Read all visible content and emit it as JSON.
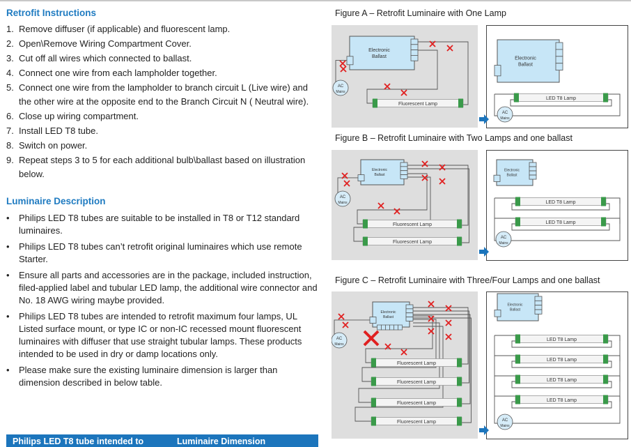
{
  "retrofit": {
    "heading": "Retrofit Instructions",
    "steps": [
      {
        "num": "1.",
        "text": "Remove diffuser (if applicable) and fluorescent lamp."
      },
      {
        "num": "2.",
        "text": "Open\\Remove Wiring Compartment Cover."
      },
      {
        "num": "3.",
        "text": "Cut off all wires which connected to ballast."
      },
      {
        "num": "4.",
        "text": "Connect one wire from each lampholder together."
      },
      {
        "num": "5.",
        "text": "Connect one wire from the lampholder to branch circuit L (Live wire) and the other wire at the opposite end to the Branch Circuit N ( Neutral wire)."
      },
      {
        "num": "6.",
        "text": "Close up wiring compartment."
      },
      {
        "num": "7.",
        "text": "Install LED T8 tube."
      },
      {
        "num": "8.",
        "text": "Switch on power."
      },
      {
        "num": "9.",
        "text": "Repeat steps 3 to 5 for each additional bulb\\ballast based on illustration below."
      }
    ]
  },
  "luminaire": {
    "heading": "Luminaire Description",
    "bullets": [
      "Philips LED T8 tubes are suitable to be installed in T8 or T12 standard luminaires.",
      "Philips LED T8 tubes can’t retrofit original luminaires which use remote Starter.",
      "Ensure all parts and accessories are in the package, included instruction, filed-applied label and tubular LED lamp, the additional wire connector and No. 18 AWG wiring maybe provided.",
      "Philips LED T8 tubes are intended to retrofit maximum four lamps, UL Listed surface mount, or type IC or non-IC recessed mount fluorescent luminaires with diffuser that use straight tubular lamps. These products intended to be used in dry or damp locations only.",
      "Please make sure the existing luminaire dimension is larger than dimension described in below table."
    ],
    "bullet_char": "•"
  },
  "table": {
    "headers": [
      "Philips LED T8 tube intended to",
      "Luminaire Dimension"
    ],
    "header_color": "#1c75bc"
  },
  "figures": [
    {
      "title": "Figure A – Retrofit Luminaire with One Lamp",
      "lamps": 1
    },
    {
      "title": "Figure B – Retrofit Luminaire with Two Lamps and one ballast",
      "lamps": 2
    },
    {
      "title": "Figure C – Retrofit Luminaire with Three/Four Lamps and one ballast",
      "lamps": 4
    }
  ],
  "diagram_labels": {
    "ballast_line1": "Electronic",
    "ballast_line2": "Ballast",
    "fluorescent": "Fluorescent Lamp",
    "led": "LED T8 Lamp",
    "ac": "AC",
    "mains": "Mains"
  },
  "colors": {
    "accent": "#1f7bc1",
    "ballast": "#c7e6f7",
    "lampholder": "#3a9a4a",
    "cut_mark": "#e02020",
    "old_panel": "#dedede"
  }
}
